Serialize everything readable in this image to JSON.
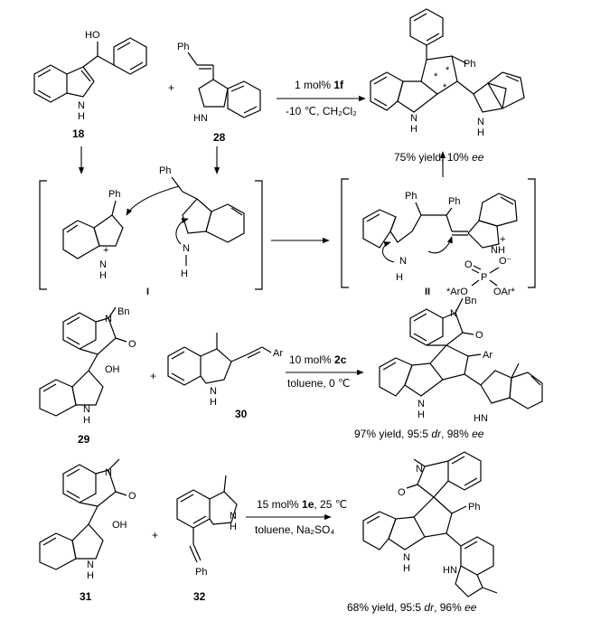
{
  "row1": {
    "sm1_label": "18",
    "sm1_oh": "HO",
    "sm1_nh": "N\nH",
    "plus": "+",
    "sm2_label": "28",
    "sm2_ph": "Ph",
    "sm2_hn": "HN",
    "cond_top_pre": "1 mol% ",
    "cond_top_cat": "1f",
    "cond_bottom": "-10 ℃, CH₂Cl₂",
    "prod_ph1": "Ph",
    "prod_ph2": "Ph",
    "prod_nh1": "N",
    "prod_nh2": "N",
    "prod_h": "H",
    "yield_text": "75% yield, 10% ",
    "yield_ee": "ee",
    "star": "*"
  },
  "intermediates": {
    "I_label": "I",
    "II_label": "II",
    "ph": "Ph",
    "n": "N",
    "h": "H",
    "plus_sign": "+",
    "nh_plus": "NH",
    "phosphate_p": "P",
    "phosphate_o": "O",
    "phosphate_o_minus": "O⁻",
    "aro": "*ArO",
    "oar": "OAr*"
  },
  "row2": {
    "sm1_label": "29",
    "sm2_label": "30",
    "bn": "Bn",
    "oh": "OH",
    "o": "O",
    "n": "N",
    "h": "H",
    "ar": "Ar",
    "plus": "+",
    "cond_top_pre": "10 mol% ",
    "cond_top_cat": "2c",
    "cond_bottom": "toluene, 0 ℃",
    "yield_pre": "97% yield, 95:5 ",
    "yield_dr": "dr",
    "yield_mid": ", 98% ",
    "yield_ee": "ee",
    "hn": "HN"
  },
  "row3": {
    "sm1_label": "31",
    "sm2_label": "32",
    "oh": "OH",
    "o": "O",
    "n": "N",
    "h": "H",
    "ph": "Ph",
    "plus": "+",
    "cond_top_pre": "15 mol% ",
    "cond_top_cat": "1e",
    "cond_top_post": ", 25 ℃",
    "cond_bottom": "toluene, Na₂SO₄",
    "yield_pre": "68% yield, 95:5 ",
    "yield_dr": "dr",
    "yield_mid": ", 96% ",
    "yield_ee": "ee",
    "hn": "HN"
  }
}
